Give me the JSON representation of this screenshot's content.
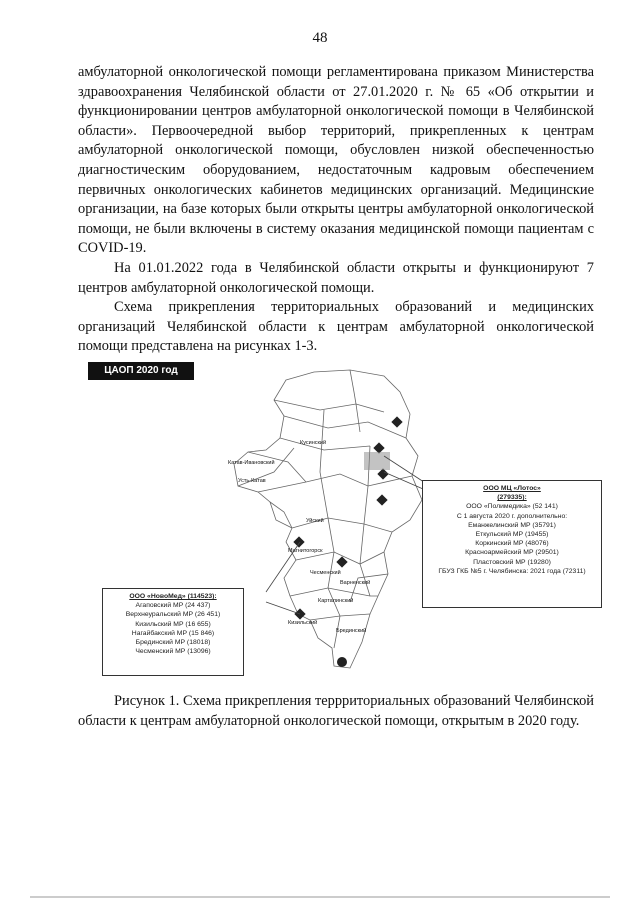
{
  "page_number": "48",
  "paragraphs": [
    "амбулаторной онкологической помощи регламентирована приказом Министерства здравоохранения Челябинской области от 27.01.2020 г. № 65 «Об открытии и функционировании центров амбулаторной онкологической помощи в Челябинской области». Первоочередной выбор территорий, прикрепленных к центрам амбулаторной онкологической помощи, обусловлен низкой обеспеченностью диагностическим оборудованием, недостаточным кадровым обеспечением первичных онкологических кабинетов медицинских организаций. Медицинские организации, на базе которых были открыты центры амбулаторной онкологической помощи, не были включены в систему оказания медицинской помощи пациентам с COVID-19.",
    "На 01.01.2022 года в Челябинской области открыты и функционируют 7 центров амбулаторной онкологической помощи.",
    "Схема прикрепления территориальных образований и медицинских организаций Челябинской области к центрам амбулаторной онкологической помощи представлена на рисунках 1-3."
  ],
  "figure": {
    "tag": "ЦАОП 2020 год",
    "callout_right": {
      "title": "ООО МЦ «Лотос»",
      "count": "(279335):",
      "items": [
        "ООО «Полимедика» (52 141)",
        "С 1 августа 2020 г. дополнительно:",
        "Еманжелинский МР (35791)",
        "Еткульский МР (19455)",
        "Коркинский МР (48076)",
        "Красноармейский МР (29501)",
        "Пластовский МР (19280)",
        "ГБУЗ ГКБ №5 г. Челябинска: 2021 года (72311)"
      ]
    },
    "callout_left": {
      "title": "ООО «НовоМед» (114523):",
      "items": [
        "Агаповский МР (24 437)",
        "Верхнеуральский МР (26 451)",
        "Кизильский МР (16 655)",
        "Нагайбакский МР (15 846)",
        "Брединский МР (18018)",
        "Чесменский МР (13096)"
      ]
    },
    "map_labels": [
      "Катав-Ивановский",
      "Усть-Катав",
      "Кусинский",
      "Карталинский",
      "Кизильский",
      "Брединский",
      "Варненский",
      "Чесменский",
      "Магнитогорск",
      "Уйский"
    ]
  },
  "caption": "Рисунок 1. Схема прикрепления террриториальных образований Челябинской области к центрам амбулаторной онкологической помощи, открытым в 2020 году."
}
